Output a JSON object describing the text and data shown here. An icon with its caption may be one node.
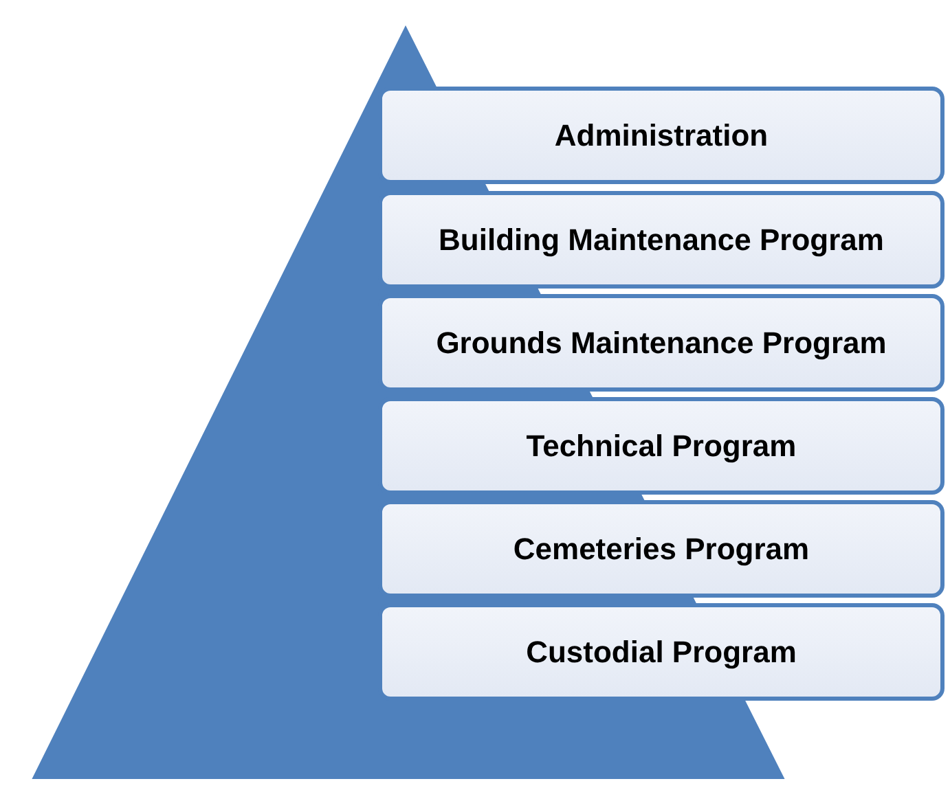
{
  "diagram": {
    "nodes": [
      {
        "text": [
          "Administration"
        ]
      },
      {
        "text": [
          "Building Maintenance Program"
        ]
      },
      {
        "text": [
          "Grounds Maintenance Program"
        ]
      },
      {
        "text": [
          "Technical Program"
        ]
      },
      {
        "text": [
          "Cemeteries Program"
        ]
      },
      {
        "text": [
          "Custodial Program"
        ]
      }
    ]
  }
}
